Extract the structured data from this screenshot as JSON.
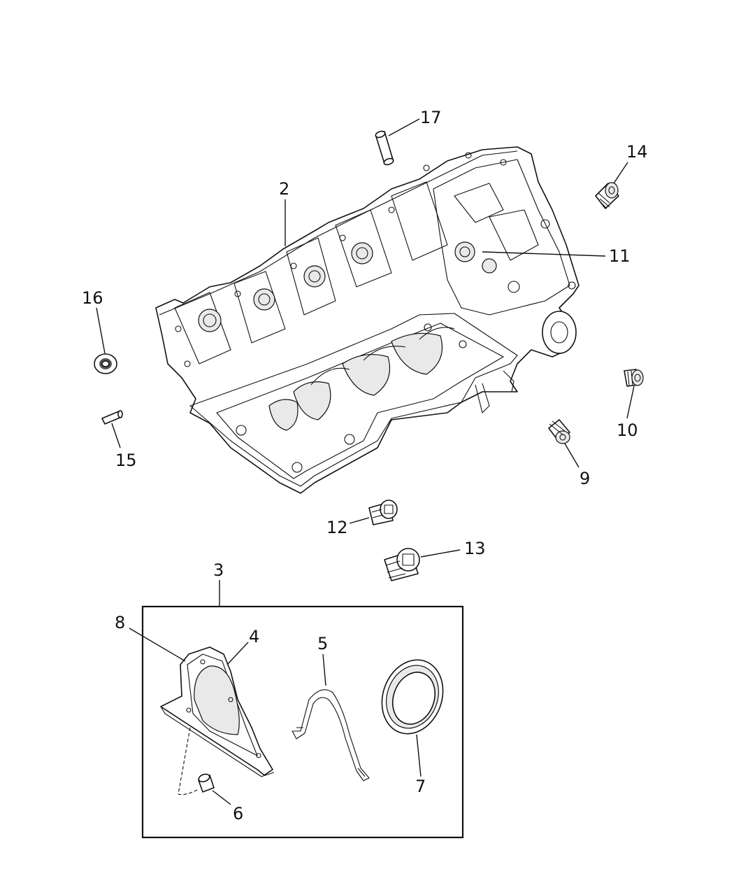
{
  "callouts": [
    {
      "id": "1",
      "text": "17"
    },
    {
      "id": "2",
      "text": "2"
    },
    {
      "id": "3",
      "text": "14"
    },
    {
      "id": "4",
      "text": "11"
    },
    {
      "id": "5",
      "text": "16"
    },
    {
      "id": "6",
      "text": "10"
    },
    {
      "id": "7",
      "text": "15"
    },
    {
      "id": "8",
      "text": "9"
    },
    {
      "id": "9",
      "text": "12"
    },
    {
      "id": "10",
      "text": "13"
    },
    {
      "id": "11",
      "text": "3"
    },
    {
      "id": "12",
      "text": "8"
    },
    {
      "id": "13",
      "text": "4"
    },
    {
      "id": "14",
      "text": "5"
    },
    {
      "id": "15",
      "text": "7"
    },
    {
      "id": "16",
      "text": "6"
    }
  ]
}
